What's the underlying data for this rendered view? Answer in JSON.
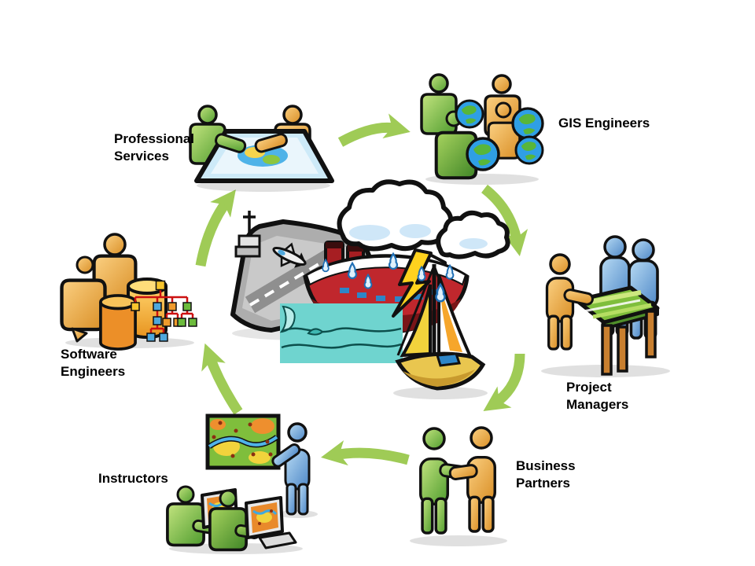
{
  "diagram": {
    "background_color": "#ffffff",
    "arrow_color": "#9fcb56",
    "text_color": "#000000",
    "nodes": [
      {
        "id": "professional-services",
        "label": "Professional Services",
        "icon": "people-at-map-table-icon"
      },
      {
        "id": "gis-engineers",
        "label": "GIS Engineers",
        "icon": "people-with-globes-icon"
      },
      {
        "id": "project-managers",
        "label": "Project Managers",
        "icon": "people-around-table-icon"
      },
      {
        "id": "business-partners",
        "label": "Business Partners",
        "icon": "handshake-figures-icon"
      },
      {
        "id": "instructors",
        "label": "Instructors",
        "icon": "presenter-map-students-icon"
      },
      {
        "id": "software-engineers",
        "label": "Software Engineers",
        "icon": "figures-databases-schema-icon"
      }
    ],
    "arrows": [
      {
        "from": "professional-services",
        "to": "gis-engineers"
      },
      {
        "from": "gis-engineers",
        "to": "project-managers"
      },
      {
        "from": "project-managers",
        "to": "business-partners"
      },
      {
        "from": "business-partners",
        "to": "instructors"
      },
      {
        "from": "instructors",
        "to": "software-engineers"
      },
      {
        "from": "software-engineers",
        "to": "professional-services"
      }
    ],
    "center_illustration": {
      "name": "maritime-storm-clipart",
      "elements": [
        "aircraft-carrier",
        "fighter-jet",
        "cruise-ship",
        "storm-clouds",
        "lightning-bolt",
        "rain-drops",
        "ocean-water",
        "sailboat"
      ]
    },
    "palette": {
      "figure_green": "#7dbf3c",
      "figure_orange": "#eca338",
      "figure_blue": "#6aa5dd",
      "globe_blue": "#2f9fe5",
      "map_table_blue": "#cdeaf8",
      "water_teal": "#6fd4cf",
      "lightning_yellow": "#ffd21e",
      "ship_red": "#c0272d",
      "tree_line_red": "#cc1111"
    }
  }
}
